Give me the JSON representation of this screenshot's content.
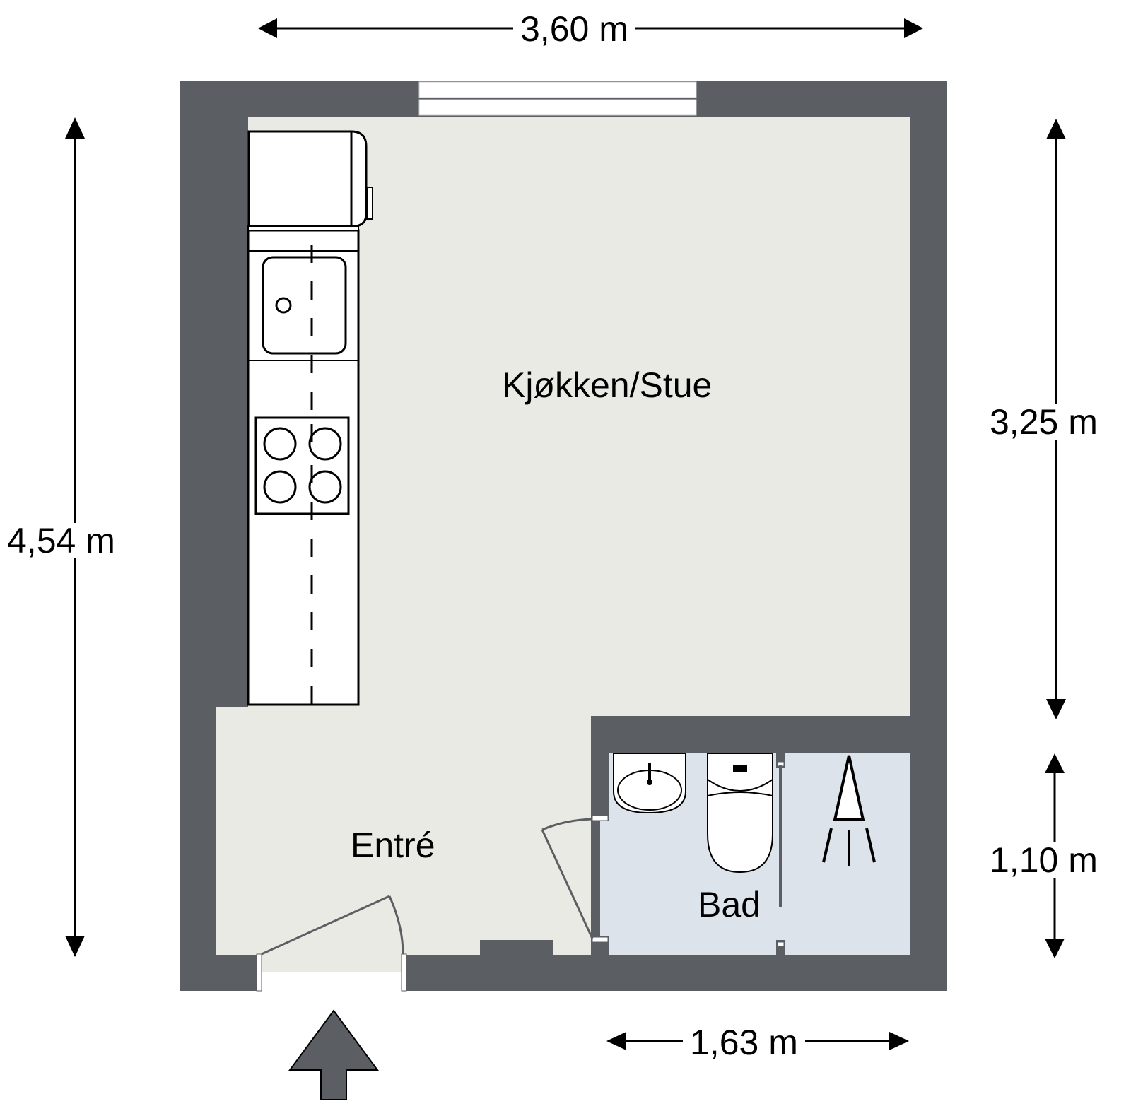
{
  "plan": {
    "colors": {
      "wall": "#5b5e63",
      "floor_main": "#e9eae3",
      "floor_bath": "#dde3ea",
      "fixture_fill": "#ffffff",
      "line": "#000000",
      "background": "#ffffff"
    },
    "rooms": [
      {
        "id": "kitchen-living",
        "label": "Kjøkken/Stue"
      },
      {
        "id": "entrance",
        "label": "Entré"
      },
      {
        "id": "bathroom",
        "label": "Bad"
      }
    ],
    "dimensions": {
      "top_width": "3,60 m",
      "left_height": "4,54 m",
      "right_upper_height": "3,25 m",
      "right_lower_height": "1,10 m",
      "bottom_bath_width": "1,63 m"
    },
    "fixtures": {
      "kitchen": [
        "refrigerator",
        "sink",
        "stove-4-burner",
        "counter"
      ],
      "bathroom": [
        "washbasin",
        "toilet",
        "shower",
        "shower-screen"
      ]
    },
    "entrance_indicator": "entrance-arrow-up"
  }
}
